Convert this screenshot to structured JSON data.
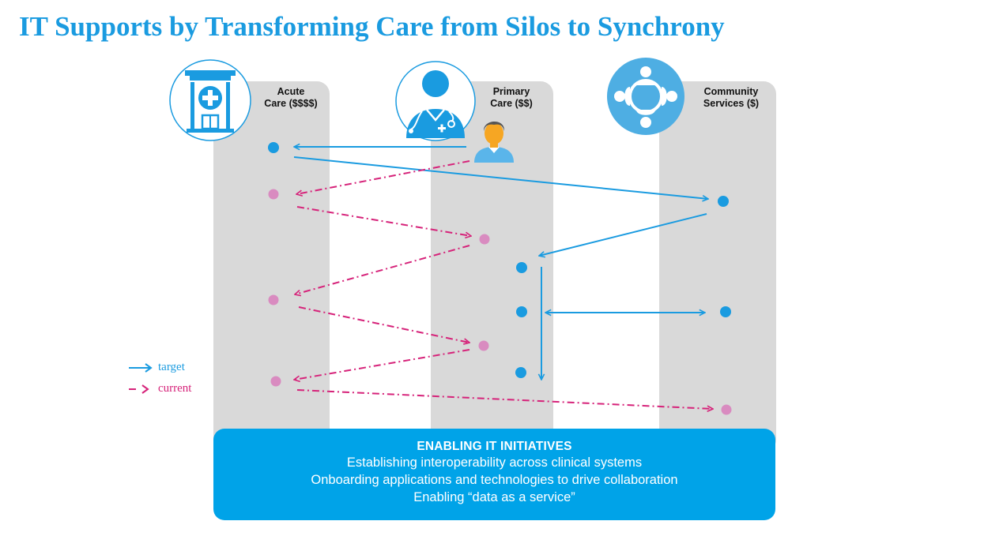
{
  "title": "IT Supports by Transforming Care from Silos to Synchrony",
  "columns": [
    {
      "label": "Acute\nCare ($$$$)",
      "icon": "hospital-icon"
    },
    {
      "label": "Primary\nCare ($$)",
      "icon": "doctor-icon"
    },
    {
      "label": "Community\nServices ($)",
      "icon": "community-icon"
    }
  ],
  "legend": {
    "target": "target",
    "current": "current"
  },
  "colors": {
    "target": "#1a9be0",
    "current": "#d6237a",
    "current_dot": "#d98bc0",
    "lane": "#d9d9d9",
    "box": "#00a3e8"
  },
  "enabling": {
    "title": "ENABLING IT INITIATIVES",
    "lines": [
      "Establishing interoperability across clinical systems",
      "Onboarding applications and technologies to drive collaboration",
      "Enabling “data as a service”"
    ]
  }
}
